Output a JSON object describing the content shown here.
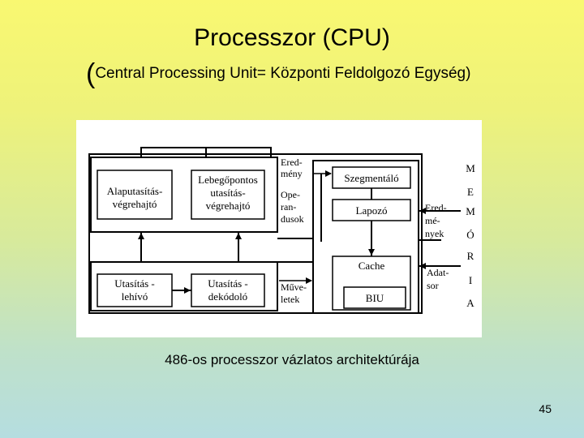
{
  "slide": {
    "title": "Processzor (CPU)",
    "subtitle_open": "(",
    "subtitle_text": "Central Processing Unit= Központi Feldolgozó Egység)",
    "caption": "486-os processzor vázlatos architektúrája",
    "page_number": "45"
  },
  "diagram": {
    "alu_1": "Alaputasítás-",
    "alu_2": "végrehajtó",
    "fpu_1": "Lebegőpontos",
    "fpu_2": "utasítás-",
    "fpu_3": "végrehajtó",
    "fetch_1": "Utasítás -",
    "fetch_2": "lehívó",
    "decode_1": "Utasítás -",
    "decode_2": "dekódoló",
    "result_1": "Ered-",
    "result_2": "mény",
    "operands_1": "Ope-",
    "operands_2": "ran-",
    "operands_3": "dusok",
    "ops_1": "Műve-",
    "ops_2": "letek",
    "segment": "Szegmentáló",
    "paging": "Lapozó",
    "cache": "Cache",
    "biu": "BIU",
    "results_1": "Ered-",
    "results_2": "mé-",
    "results_3": "nyek",
    "data_1": "Adat-",
    "data_2": "sor",
    "mem_m1": "M",
    "mem_e": "E",
    "mem_m2": "M",
    "mem_o": "Ó",
    "mem_r": "R",
    "mem_i": "I",
    "mem_a": "A"
  }
}
